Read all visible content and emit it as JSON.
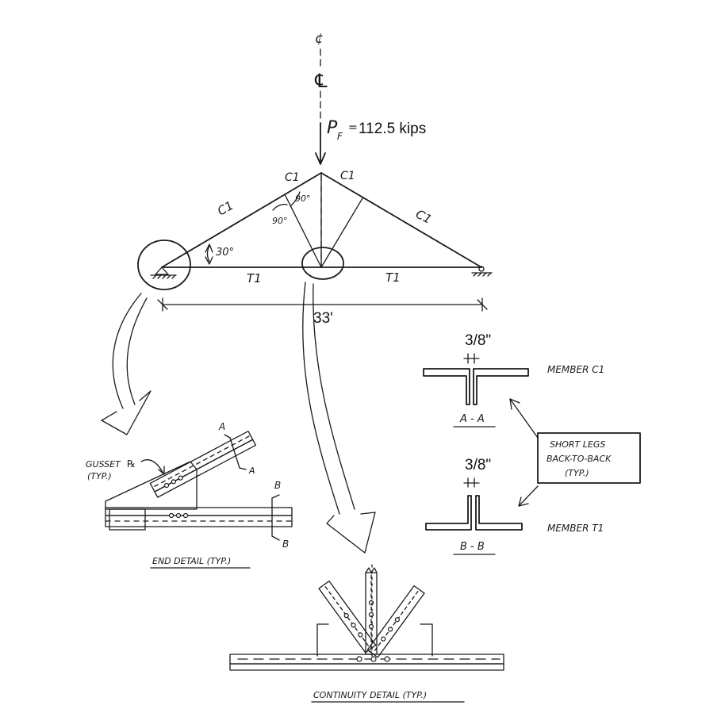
{
  "centerline_symbol": "¢",
  "centerline_symbol_large": "℄",
  "load": {
    "symbol": "P",
    "subscript": "F",
    "equals": "=",
    "value": "112.5 kips"
  },
  "members": {
    "c1_left_upper": "C1",
    "c1_left_top": "C1",
    "c1_right_top": "C1",
    "c1_right": "C1",
    "t1_left": "T1",
    "t1_right": "T1"
  },
  "angles": {
    "top": "90°",
    "left": "90°",
    "support": "30°"
  },
  "span": "33'",
  "sections": {
    "aa": {
      "thickness": "3/8\"",
      "label": "A - A",
      "member": "MEMBER  C1"
    },
    "bb": {
      "thickness": "3/8\"",
      "label": "B - B",
      "member": "MEMBER  T1"
    }
  },
  "note": {
    "line1": "SHORT LEGS",
    "line2": "BACK-TO-BACK",
    "line3": "(TYP.)"
  },
  "end_detail": {
    "gusset_line1": "GUSSET",
    "gusset_symbol": "℞",
    "gusset_line2": "(TYP.)",
    "cut_a1": "A",
    "cut_a2": "A",
    "cut_b1": "B",
    "cut_b2": "B",
    "title": "END DETAIL (TYP.)"
  },
  "continuity_detail": {
    "title": "CONTINUITY DETAIL (TYP.)"
  }
}
